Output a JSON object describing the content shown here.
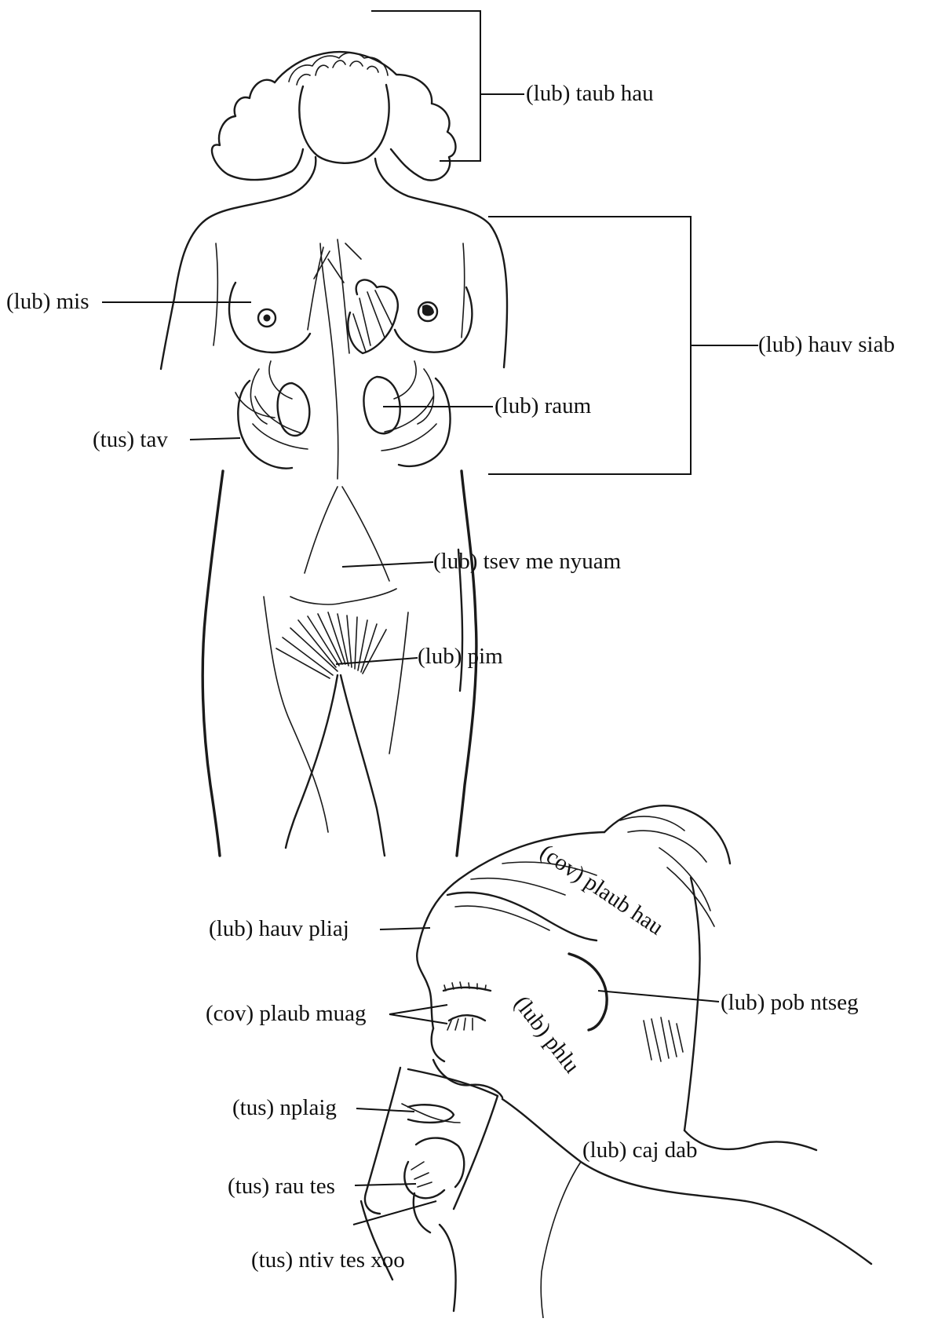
{
  "labels": {
    "taub_hau": "(lub) taub hau",
    "mis": "(lub) mis",
    "hauv_siab": "(lub) hauv siab",
    "raum": "(lub) raum",
    "tav": "(tus) tav",
    "tsev_me_nyuam": "(lub) tsev me nyuam",
    "pim": "(lub) pim",
    "plaub_hau": "(cov) plaub hau",
    "hauv_pliaj": "(lub) hauv pliaj",
    "plaub_muag": "(cov) plaub muag",
    "phlu": "(lub) phlu",
    "pob_ntseg": "(lub) pob ntseg",
    "nplaig": "(tus) nplaig",
    "caj_dab": "(lub) caj dab",
    "rau_tes": "(tus) rau tes",
    "ntiv_tes_xoo": "(tus) ntiv tes xoo"
  }
}
